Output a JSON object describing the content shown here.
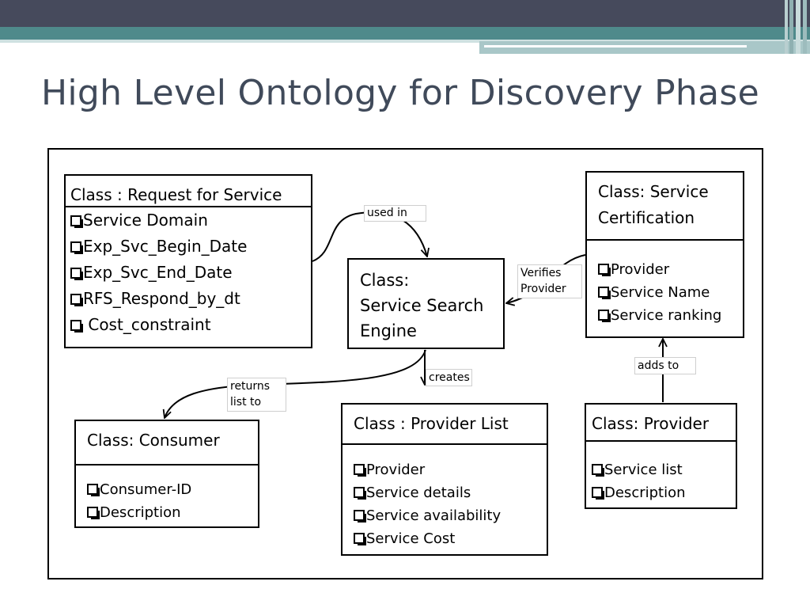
{
  "slide": {
    "title": "High Level Ontology for Discovery Phase"
  },
  "classes": {
    "rfs": {
      "header": "Class : Request for Service",
      "items": [
        "Service Domain",
        "Exp_Svc_Begin_Date",
        "Exp_Svc_End_Date",
        "RFS_Respond_by_dt",
        " Cost_constraint"
      ]
    },
    "engine": {
      "header_line1": "Class:",
      "header_line2": "Service Search",
      "header_line3": "Engine"
    },
    "certification": {
      "header_line1": "Class:  Service",
      "header_line2": "Certification",
      "items": [
        "Provider",
        "Service Name",
        "Service ranking"
      ]
    },
    "consumer": {
      "header": "Class: Consumer",
      "items": [
        "Consumer-ID",
        "Description"
      ]
    },
    "provider_list": {
      "header": "Class : Provider List",
      "items": [
        "Provider",
        "Service details",
        "Service availability",
        "Service Cost"
      ]
    },
    "provider": {
      "header": "Class:  Provider",
      "items": [
        "Service list",
        "Description"
      ]
    }
  },
  "relations": {
    "used_in": "used in",
    "verifies_line1": "Verifies",
    "verifies_line2": "Provider",
    "returns_line1": "returns",
    "returns_line2": "list to",
    "creates": "creates",
    "adds_to": "adds to"
  },
  "colors": {
    "top_bar": "#464a5c",
    "accent": "#4f8a8b",
    "title": "#404a5a"
  }
}
